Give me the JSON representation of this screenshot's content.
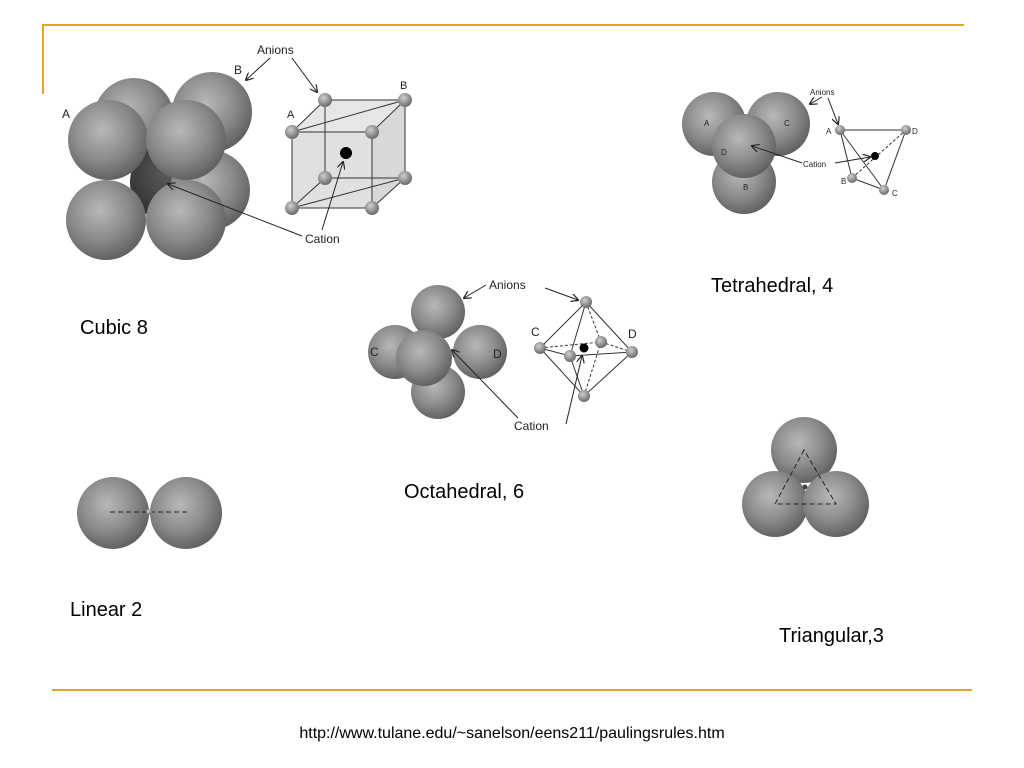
{
  "labels": {
    "anions": "Anions",
    "cation": "Cation",
    "a": "A",
    "b": "B",
    "c": "C",
    "d": "D"
  },
  "captions": {
    "cubic": "Cubic 8",
    "tetrahedral": "Tetrahedral, 4",
    "octahedral": "Octahedral, 6",
    "linear": "Linear 2",
    "triangular": "Triangular,3"
  },
  "footer_url": "http://www.tulane.edu/~sanelson/eens211/paulingsrules.htm",
  "colors": {
    "accent_rule": "#e0a526",
    "sphere": "#8a8a8a",
    "cation": "#000000"
  }
}
